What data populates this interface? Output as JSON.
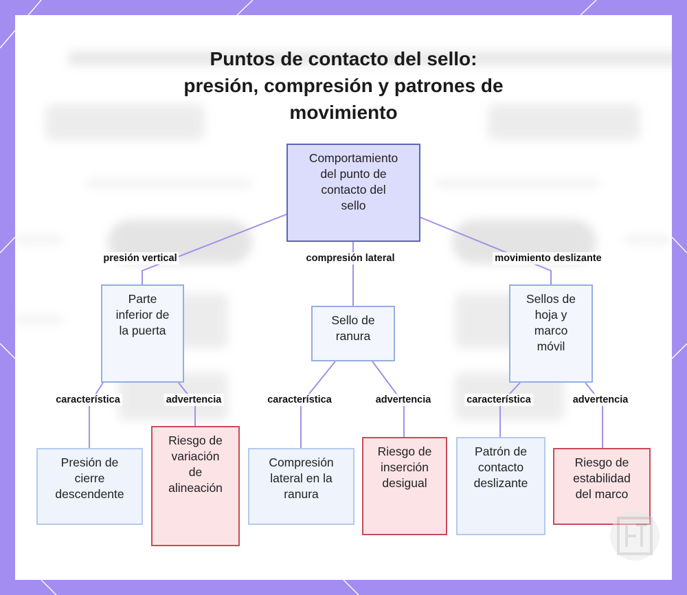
{
  "diagram": {
    "title_lines": [
      "Puntos de contacto del sello:",
      "presión, compresión y patrones de",
      "movimiento"
    ],
    "root": {
      "lines": [
        "Comportamiento",
        "del punto de",
        "contacto del",
        "sello"
      ]
    },
    "branches": [
      {
        "edge_label": "presión vertical",
        "node": {
          "lines": [
            "Parte",
            "inferior de",
            "la puerta"
          ]
        },
        "feature": {
          "edge_label": "característica",
          "lines": [
            "Presión de",
            "cierre",
            "descendente"
          ]
        },
        "warning": {
          "edge_label": "advertencia",
          "lines": [
            "Riesgo de",
            "variación",
            "de",
            "alineación"
          ]
        }
      },
      {
        "edge_label": "compresión lateral",
        "node": {
          "lines": [
            "Sello de",
            "ranura"
          ]
        },
        "feature": {
          "edge_label": "característica",
          "lines": [
            "Compresión",
            "lateral en la",
            "ranura"
          ]
        },
        "warning": {
          "edge_label": "advertencia",
          "lines": [
            "Riesgo de",
            "inserción",
            "desigual"
          ]
        }
      },
      {
        "edge_label": "movimiento deslizante",
        "node": {
          "lines": [
            "Sellos de",
            "hoja y",
            "marco",
            "móvil"
          ]
        },
        "feature": {
          "edge_label": "característica",
          "lines": [
            "Patrón de",
            "contacto",
            "deslizante"
          ]
        },
        "warning": {
          "edge_label": "advertencia",
          "lines": [
            "Riesgo de",
            "estabilidad",
            "del marco"
          ]
        }
      }
    ]
  },
  "colors": {
    "frame": "#a48df0",
    "edge": "#a48fe6",
    "root_fill": "#dcdcfc",
    "root_border": "#5c64b8",
    "warning_border": "#c94a58"
  }
}
